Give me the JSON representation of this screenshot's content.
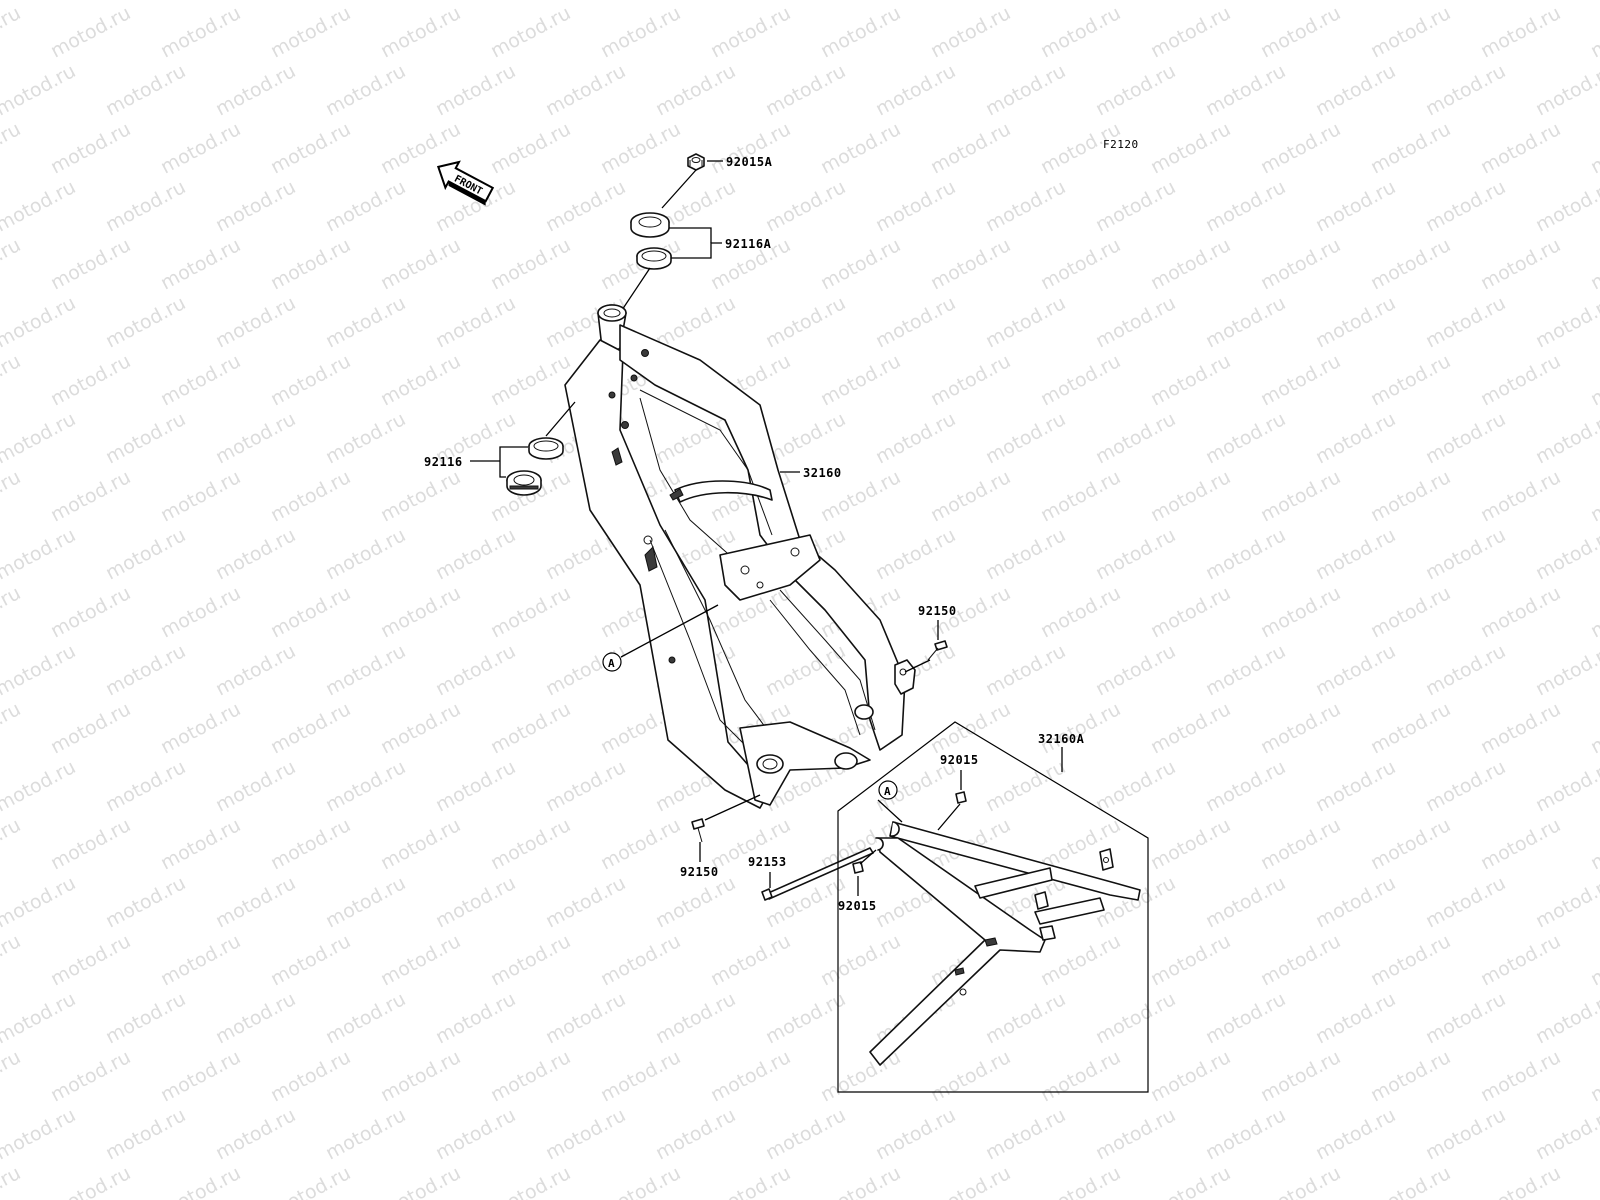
{
  "figure_code": "F2120",
  "front_arrow": {
    "label": "FRONT",
    "icon": "front-arrow-icon"
  },
  "watermark": {
    "text": "motod.ru",
    "color": "#dcdcdc"
  },
  "callout_marker": "A",
  "parts": {
    "nut_92015A": "92015A",
    "bearing_top_92116A": "92116A",
    "frame_32160": "32160",
    "bearing_bottom_92116": "92116",
    "bolt_right_92150": "92150",
    "subframe_32160A": "32160A",
    "bolt_sub_upper_92015": "92015",
    "bolt_sub_lower_92015": "92015",
    "bolt_left_92150": "92150",
    "pivot_shaft_92153": "92153"
  }
}
